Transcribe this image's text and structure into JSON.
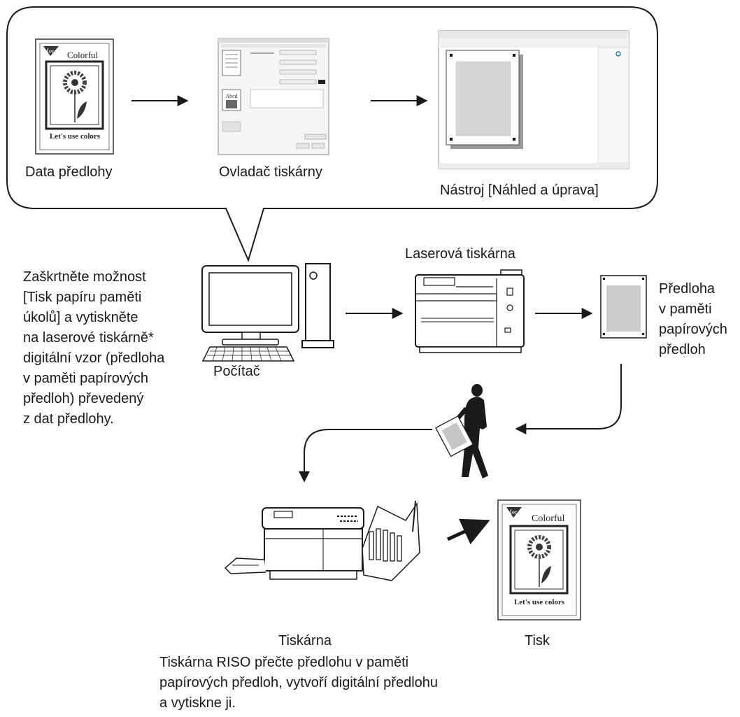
{
  "labels": {
    "original_data": "Data předlohy",
    "printer_driver": "Ovladač tiskárny",
    "preview_tool": "Nástroj [Náhled a úprava]",
    "laser_printer": "Laserová tiskárna",
    "computer": "Počítač",
    "printer": "Tiskárna",
    "print": "Tisk"
  },
  "paper_master_label": "Předloha\nv paměti\npapírových\npředloh",
  "instruction_left": "Zaškrtněte možnost\n[Tisk papíru paměti\núkolů] a vytiskněte\nna laserové tiskárně*\ndigitální vzor (předloha\nv paměti papírových\npředloh) převedený\nz dat předlohy.",
  "instruction_bottom": "Tiskárna RISO přečte předlohu v paměti\npapírových předloh, vytvoří digitální předlohu\na vytiskne ji.",
  "poster": {
    "brand": "Colorful",
    "corner": "Mer",
    "tagline": "Let's use colors"
  },
  "driver_window_text": "Abcd",
  "colors": {
    "line": "#1a1a1a",
    "gray_fill": "#c9c9c9",
    "panel": "#f3f3f3"
  }
}
